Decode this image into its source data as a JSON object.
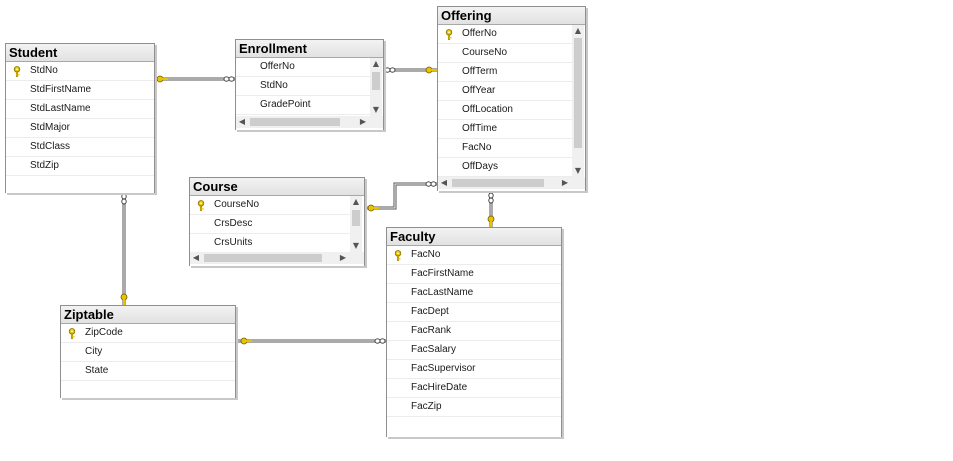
{
  "tables": {
    "student": {
      "title": "Student",
      "fields": [
        "StdNo",
        "StdFirstName",
        "StdLastName",
        "StdMajor",
        "StdClass",
        "StdZip"
      ]
    },
    "enrollment": {
      "title": "Enrollment",
      "fields": [
        "OfferNo",
        "StdNo",
        "GradePoint"
      ]
    },
    "offering": {
      "title": "Offering",
      "fields": [
        "OfferNo",
        "CourseNo",
        "OffTerm",
        "OffYear",
        "OffLocation",
        "OffTime",
        "FacNo",
        "OffDays"
      ]
    },
    "course": {
      "title": "Course",
      "fields": [
        "CourseNo",
        "CrsDesc",
        "CrsUnits"
      ]
    },
    "faculty": {
      "title": "Faculty",
      "fields": [
        "FacNo",
        "FacFirstName",
        "FacLastName",
        "FacDept",
        "FacRank",
        "FacSalary",
        "FacSupervisor",
        "FacHireDate",
        "FacZip"
      ]
    },
    "ziptable": {
      "title": "Ziptable",
      "fields": [
        "ZipCode",
        "City",
        "State"
      ]
    }
  },
  "relationships": [
    {
      "from": "student",
      "to": "enrollment"
    },
    {
      "from": "offering",
      "to": "enrollment"
    },
    {
      "from": "course",
      "to": "offering"
    },
    {
      "from": "faculty",
      "to": "offering"
    },
    {
      "from": "ziptable",
      "to": "student"
    },
    {
      "from": "ziptable",
      "to": "faculty"
    }
  ],
  "icons": {
    "primary_key": "key-icon",
    "scroll_up": "▲",
    "scroll_down": "▼",
    "scroll_left": "◀",
    "scroll_right": "▶"
  },
  "colors": {
    "key": "#e8c400",
    "connector": "#555555",
    "title_bg": "#e6e6e6"
  }
}
